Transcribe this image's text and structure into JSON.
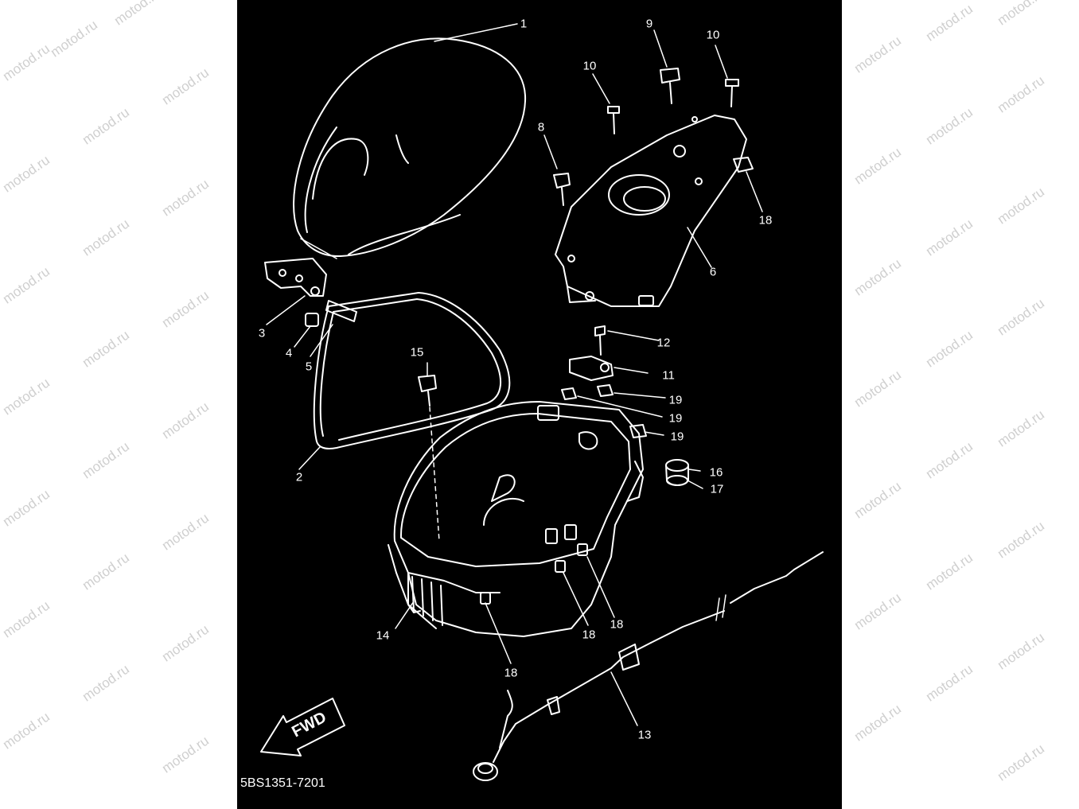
{
  "watermark": "motod.ru",
  "diagram_code": "5BS1351-7201",
  "direction_label": "FWD",
  "colors": {
    "background": "#000000",
    "linework": "#ffffff",
    "page": "#ffffff",
    "watermark": "#cfcfcf"
  },
  "callouts": [
    {
      "id": "c1",
      "text": "1"
    },
    {
      "id": "c2",
      "text": "2"
    },
    {
      "id": "c3",
      "text": "3"
    },
    {
      "id": "c4",
      "text": "4"
    },
    {
      "id": "c5",
      "text": "5"
    },
    {
      "id": "c6",
      "text": "6"
    },
    {
      "id": "c8",
      "text": "8"
    },
    {
      "id": "c9",
      "text": "9"
    },
    {
      "id": "c10a",
      "text": "10"
    },
    {
      "id": "c10b",
      "text": "10"
    },
    {
      "id": "c11",
      "text": "11"
    },
    {
      "id": "c12",
      "text": "12"
    },
    {
      "id": "c13",
      "text": "13"
    },
    {
      "id": "c14",
      "text": "14"
    },
    {
      "id": "c15",
      "text": "15"
    },
    {
      "id": "c16",
      "text": "16"
    },
    {
      "id": "c17",
      "text": "17"
    },
    {
      "id": "c18a",
      "text": "18"
    },
    {
      "id": "c18b",
      "text": "18"
    },
    {
      "id": "c18c",
      "text": "18"
    },
    {
      "id": "c18d",
      "text": "18"
    },
    {
      "id": "c19a",
      "text": "19"
    },
    {
      "id": "c19b",
      "text": "19"
    },
    {
      "id": "c19c",
      "text": "19"
    }
  ]
}
